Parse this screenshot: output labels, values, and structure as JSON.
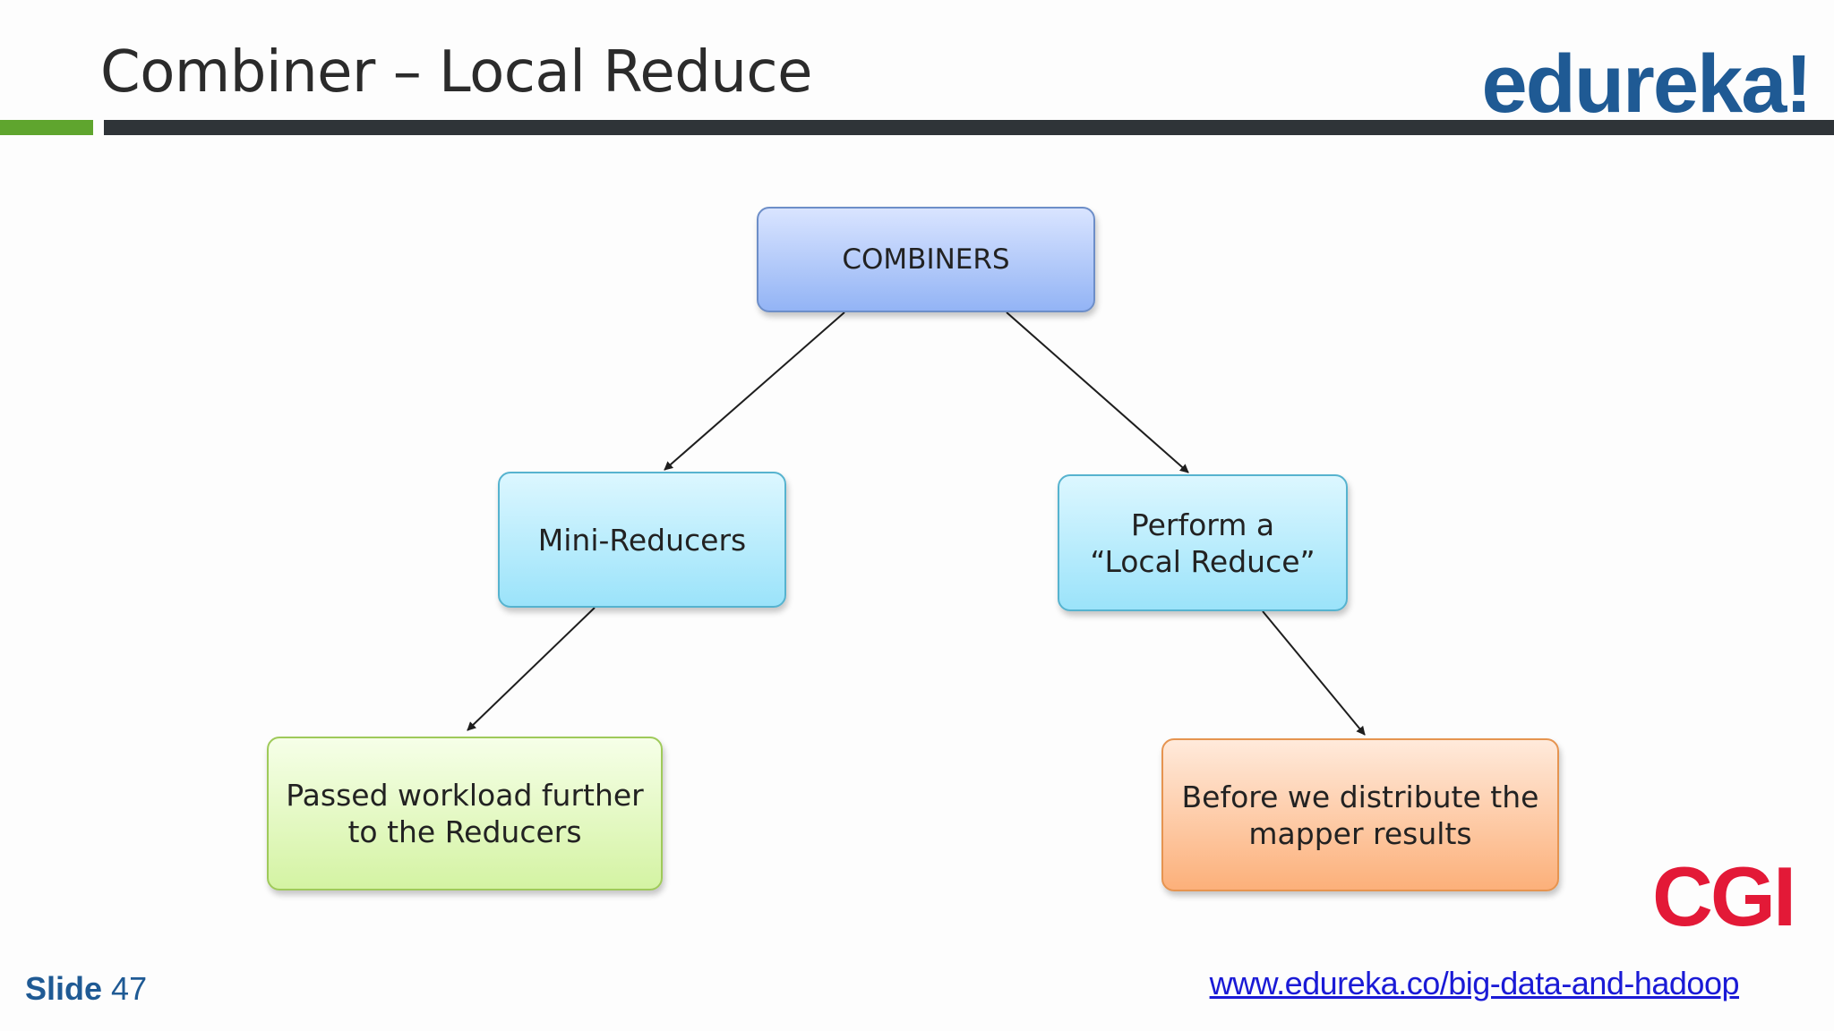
{
  "header": {
    "title": "Combiner – Local Reduce",
    "logo": "edureka!"
  },
  "diagram": {
    "nodes": {
      "combiners": "COMBINERS",
      "mini_reducers": "Mini-Reducers",
      "local_reduce": [
        "Perform a",
        "“Local Reduce”"
      ],
      "passed_workload": [
        "Passed workload further",
        "to the Reducers"
      ],
      "before_distribute": [
        "Before we distribute the",
        "mapper results"
      ]
    },
    "edges": [
      {
        "from": "combiners",
        "to": "mini_reducers"
      },
      {
        "from": "combiners",
        "to": "local_reduce"
      },
      {
        "from": "mini_reducers",
        "to": "passed_workload"
      },
      {
        "from": "local_reduce",
        "to": "before_distribute"
      }
    ]
  },
  "footer": {
    "slide_label": "Slide",
    "slide_number": "47",
    "url": "www.edureka.co/big-data-and-hadoop",
    "partner_logo": "CGI"
  },
  "colors": {
    "brand_blue": "#1f5a94",
    "accent_green": "#5fa52e",
    "cgi_red": "#e31937"
  }
}
